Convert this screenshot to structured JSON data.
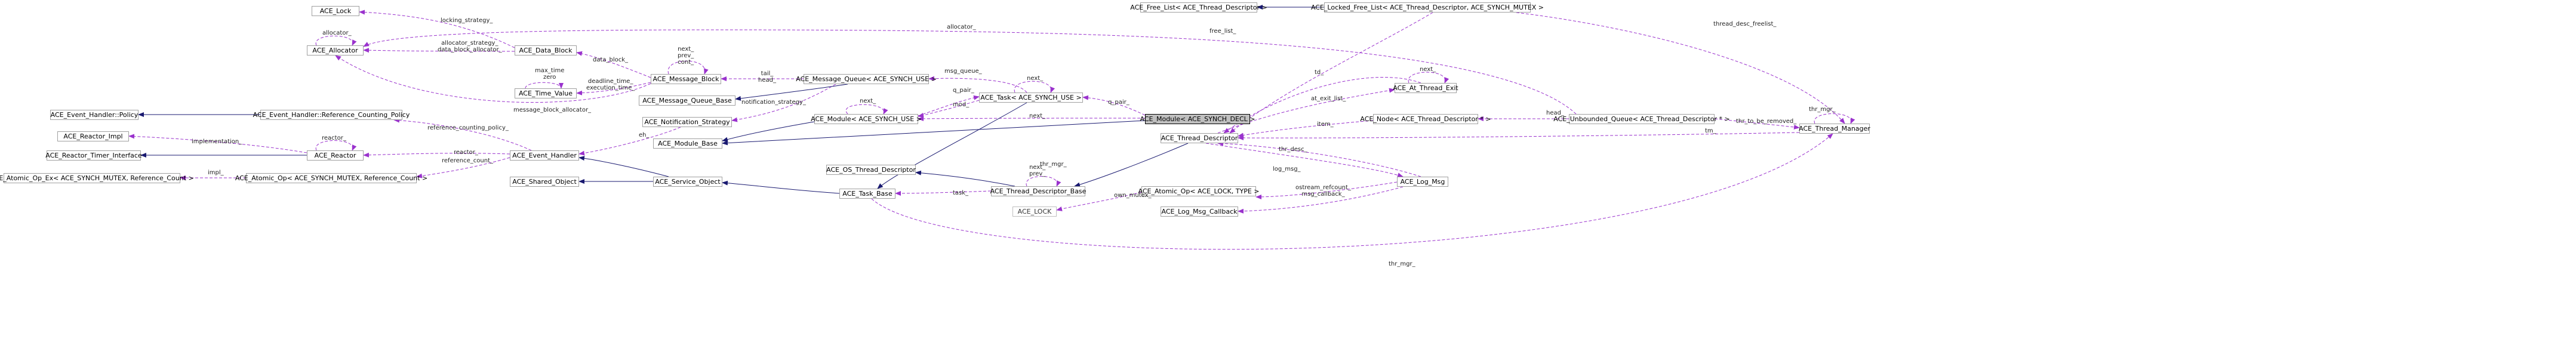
{
  "nodes": {
    "lock": "ACE_Lock",
    "allocator": "ACE_Allocator",
    "data_block": "ACE_Data_Block",
    "time_value": "ACE_Time_Value",
    "message_block": "ACE_Message_Block",
    "message_queue_base": "ACE_Message_Queue_Base",
    "message_queue": "ACE_Message_Queue< ACE_SYNCH_USE >",
    "notification_strategy": "ACE_Notification_Strategy",
    "eh_policy": "ACE_Event_Handler::Policy",
    "eh_rc_policy": "ACE_Event_Handler::Reference_Counting_Policy",
    "reactor_impl": "ACE_Reactor_Impl",
    "reactor_timer_interface": "ACE_Reactor_Timer_Interface",
    "reactor": "ACE_Reactor",
    "event_handler": "ACE_Event_Handler",
    "atomic_op_ex": "ACE_Atomic_Op_Ex< ACE_SYNCH_MUTEX, Reference_Count >",
    "atomic_op_mutex": "ACE_Atomic_Op< ACE_SYNCH_MUTEX, Reference_Count >",
    "shared_object": "ACE_Shared_Object",
    "service_object": "ACE_Service_Object",
    "module_base": "ACE_Module_Base",
    "module": "ACE_Module< ACE_SYNCH_USE >",
    "task": "ACE_Task< ACE_SYNCH_USE >",
    "task_base": "ACE_Task_Base",
    "module_decl": "ACE_Module< ACE_SYNCH_DECL >",
    "os_thread_descriptor": "ACE_OS_Thread_Descriptor",
    "thread_descriptor_base": "ACE_Thread_Descriptor_Base",
    "ace_lock_plain": "ACE_LOCK",
    "thread_descriptor": "ACE_Thread_Descriptor",
    "atomic_op_lock": "ACE_Atomic_Op< ACE_LOCK, TYPE >",
    "log_msg_callback": "ACE_Log_Msg_Callback",
    "log_msg": "ACE_Log_Msg",
    "free_list": "ACE_Free_List< ACE_Thread_Descriptor >",
    "locked_free_list": "ACE_Locked_Free_List< ACE_Thread_Descriptor, ACE_SYNCH_MUTEX >",
    "at_thread_exit": "ACE_At_Thread_Exit",
    "node_td": "ACE_Node< ACE_Thread_Descriptor * >",
    "unbounded_queue": "ACE_Unbounded_Queue< ACE_Thread_Descriptor * >",
    "thread_manager": "ACE_Thread_Manager"
  },
  "edge_labels": {
    "locking_strategy": "locking_strategy_",
    "allocator_self": "allocator_",
    "allocator_strategy": "allocator_strategy_\ndata_block_allocator_",
    "allocator_long": "allocator_",
    "data_block": "data_block_",
    "max_time": "max_time\nzero",
    "deadline_time": "deadline_time_\nexecution_time_",
    "next_prev_cont": "next_\nprev_\ncont_",
    "message_block_allocator": "message_block_allocator_",
    "tail_head": "tail_\nhead_",
    "msg_queue": "msg_queue_",
    "notification_strategy": "notification_strategy_",
    "eh": "eh_",
    "reactor_self": "reactor_",
    "implementation": "implementation_",
    "reactor": "reactor_",
    "reference_counting_policy": "reference_counting_policy_",
    "reference_count": "reference_count_",
    "impl": "impl_",
    "next_task": "next_",
    "mod_task": "mod_",
    "q_pair": "q_pair_",
    "next_module": "next_",
    "next_module2": "next_",
    "q_pair2": "q_pair_",
    "task_edge": "task_",
    "next_prev_tdb": "next_\nprev_",
    "own_mutex": "own_mutex_",
    "tm_log": "thr_mgr_",
    "tm_bottom": "thr_mgr_",
    "log_msg": "log_msg_",
    "thr_desc": "thr_desc_",
    "td": "td_",
    "at_exit_list": "at_exit_list_",
    "next_at_exit": "next_",
    "item": "item_",
    "ostream_refcount": "ostream_refcount_\nmsg_callback_",
    "free_list": "free_list_",
    "thread_desc_freelist": "thread_desc_freelist_",
    "head": "head_",
    "thr_to_be_removed": "thr_to_be_removed_",
    "tm_self": "thr_mgr_",
    "tm_td": "tm_"
  },
  "colors": {
    "inheritance": "#191970",
    "usage": "#9a32cd",
    "node_border": "#a0a0a0",
    "highlight_fill": "#bfbfbf"
  }
}
